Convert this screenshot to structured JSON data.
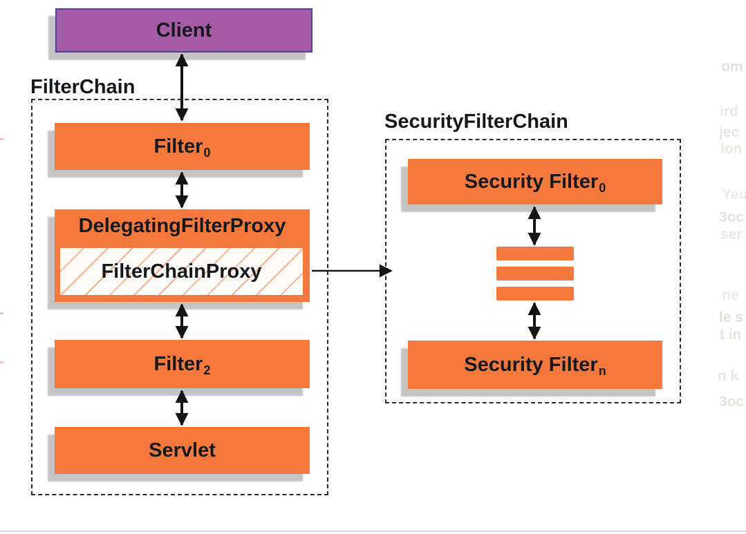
{
  "client": {
    "label": "Client"
  },
  "filter_chain": {
    "title": "FilterChain",
    "filter0": {
      "label": "Filter",
      "sub": "0"
    },
    "delegating": {
      "label": "DelegatingFilterProxy",
      "inner_label": "FilterChainProxy"
    },
    "filter2": {
      "label": "Filter",
      "sub": "2"
    },
    "servlet": {
      "label": "Servlet"
    }
  },
  "security_filter_chain": {
    "title": "SecurityFilterChain",
    "filter0": {
      "label": "Security Filter",
      "sub": "0"
    },
    "filtern": {
      "label": "Security Filter",
      "sub": "n"
    }
  },
  "colors": {
    "box_orange": "#f5793c",
    "client_purple": "#a75ba6",
    "client_border": "#4d4191",
    "shadow_gray": "#c4c4c4",
    "arrow_black": "#141414",
    "hatch_orange": "#f4743a"
  },
  "background_fragments": [
    {
      "text": "om"
    },
    {
      "text": "ird"
    },
    {
      "text": "jec"
    },
    {
      "text": "lon"
    },
    {
      "text": "Yeu"
    },
    {
      "text": "3oc"
    },
    {
      "text": "ser"
    },
    {
      "text": "ne"
    },
    {
      "text": "le s"
    },
    {
      "text": "t in"
    },
    {
      "text": "n k"
    },
    {
      "text": "3oc"
    }
  ]
}
